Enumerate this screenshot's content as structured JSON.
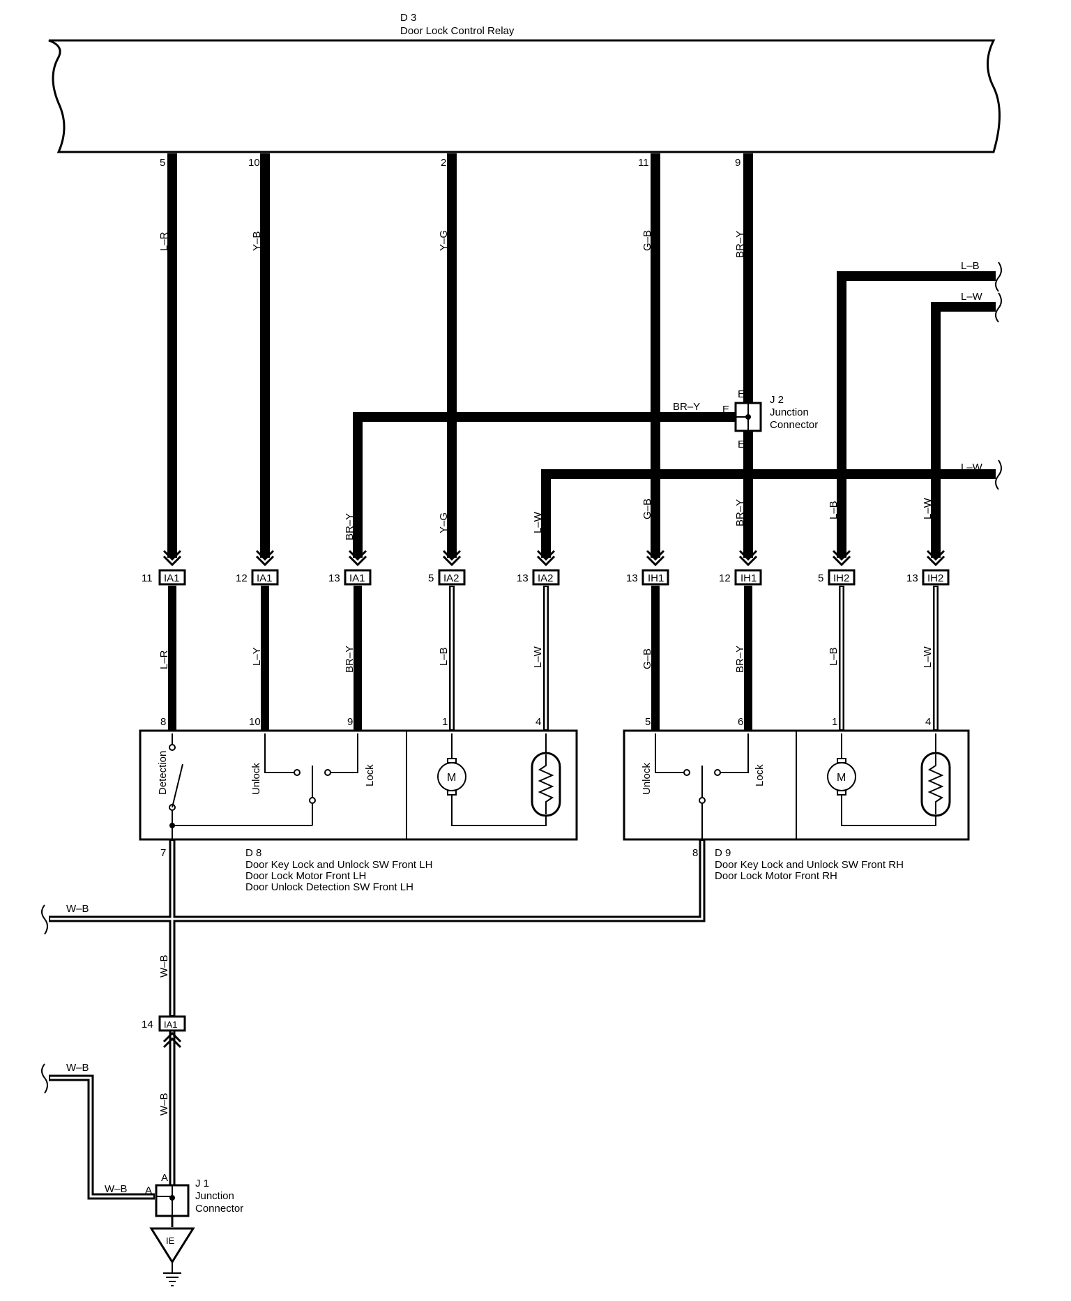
{
  "relay": {
    "id": "D 3",
    "name": "Door Lock Control Relay"
  },
  "relay_pins": [
    "5",
    "10",
    "2",
    "11",
    "9"
  ],
  "wire_colors": {
    "w1": "L–R",
    "w2": "Y–B",
    "w3": "Y–G",
    "w4": "G–B",
    "w5": "BR–Y",
    "lb": "L–B",
    "lw": "L–W",
    "br_y": "BR–Y",
    "wb": "W–B",
    "low1": "L–R",
    "low2": "L–Y",
    "low3": "BR–Y",
    "low4": "L–B",
    "low5": "L–W",
    "low6": "G–B",
    "low7": "BR–Y",
    "low8": "L–B",
    "low9": "L–W"
  },
  "connectors": [
    {
      "pin": "11",
      "name": "IA1"
    },
    {
      "pin": "12",
      "name": "IA1"
    },
    {
      "pin": "13",
      "name": "IA1"
    },
    {
      "pin": "5",
      "name": "IA2"
    },
    {
      "pin": "13",
      "name": "IA2"
    },
    {
      "pin": "13",
      "name": "IH1"
    },
    {
      "pin": "12",
      "name": "IH1"
    },
    {
      "pin": "5",
      "name": "IH2"
    },
    {
      "pin": "13",
      "name": "IH2"
    }
  ],
  "j2": {
    "id": "J 2",
    "line1": "Junction",
    "line2": "Connector",
    "pin": "E"
  },
  "d8": {
    "pins": [
      "8",
      "10",
      "9",
      "1",
      "4",
      "7"
    ],
    "switch_labels": [
      "Detection",
      "Unlock",
      "Lock"
    ],
    "id": "D 8",
    "lines": [
      "Door Key Lock and Unlock SW Front LH",
      "Door Lock Motor Front LH",
      "Door Unlock Detection SW Front LH"
    ]
  },
  "d9": {
    "pins": [
      "5",
      "6",
      "1",
      "4",
      "8"
    ],
    "switch_labels": [
      "Unlock",
      "Lock"
    ],
    "id": "D 9",
    "lines": [
      "Door Key Lock and Unlock SW Front RH",
      "Door Lock Motor Front RH"
    ]
  },
  "motor_symbol": "M",
  "ground_connector": {
    "pin": "14",
    "name": "IA1"
  },
  "j1": {
    "id": "J 1",
    "line1": "Junction",
    "line2": "Connector",
    "pin": "A"
  },
  "ground": {
    "name": "IE"
  }
}
